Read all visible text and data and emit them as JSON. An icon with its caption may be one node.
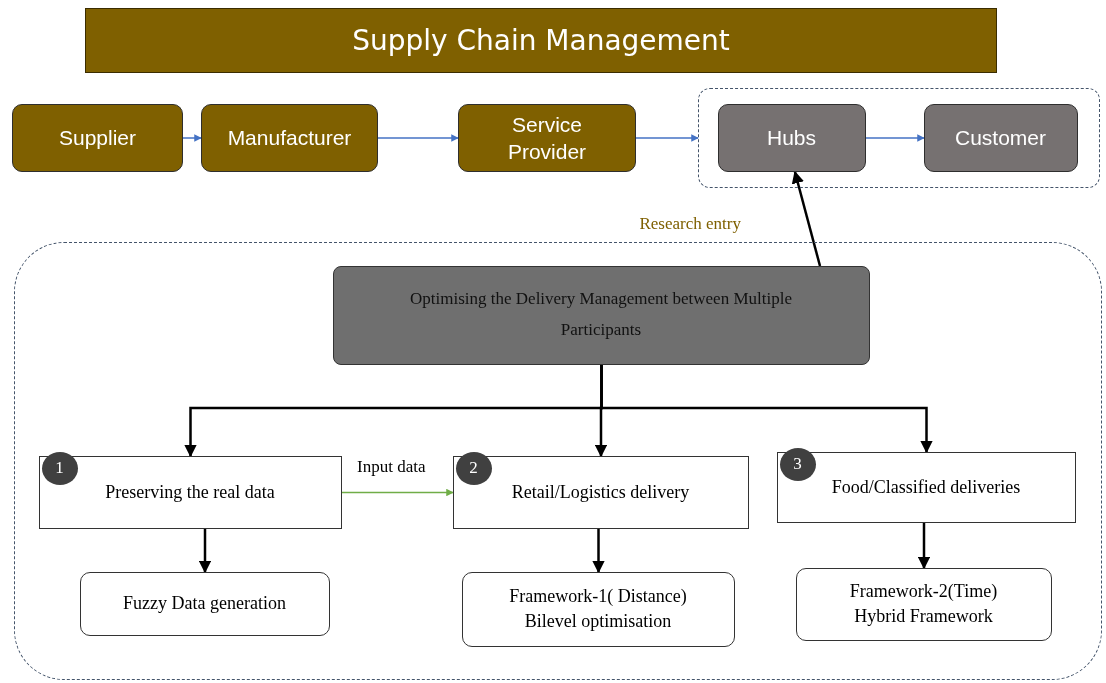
{
  "diagram": {
    "title": "Supply Chain Management",
    "nodes": [
      {
        "text": [
          "Supplier"
        ]
      },
      {
        "text": [
          "Manufacturer"
        ]
      },
      {
        "text": [
          "Service Provider"
        ]
      },
      {
        "text": [],
        "shape": "box"
      },
      {
        "text": [
          "Hubs"
        ],
        "in": 3
      },
      {
        "text": [
          "Customer"
        ],
        "in": 3
      },
      {
        "text": [],
        "shape": "box"
      },
      {
        "text": [
          "Optimising the Delivery Management between Multiple Participants"
        ],
        "in": 6
      },
      {
        "text": [
          "1",
          "Preserving the real data"
        ],
        "in": 6
      },
      {
        "text": [
          "2",
          "Retail/Logistics delivery"
        ],
        "in": 6
      },
      {
        "text": [
          "3",
          "Food/Classified deliveries"
        ],
        "in": 6
      },
      {
        "text": [
          "Fuzzy Data generation"
        ],
        "in": 6
      },
      {
        "text": [
          "Framework-1( Distance)",
          "Bilevel optimisation"
        ],
        "in": 6
      },
      {
        "text": [
          "Framework-2(Time)",
          "Hybrid Framework"
        ],
        "in": 6
      }
    ],
    "edges": [
      {
        "from": 0,
        "to": 1,
        "arrow": "to",
        "color": "#4472c4"
      },
      {
        "from": 1,
        "to": 2,
        "arrow": "to",
        "color": "#4472c4"
      },
      {
        "from": 2,
        "to": 3,
        "arrow": "to",
        "color": "#4472c4"
      },
      {
        "from": 4,
        "to": 5,
        "arrow": "to",
        "color": "#4472c4"
      },
      {
        "from": 7,
        "to": 4,
        "arrow": "to",
        "label": "Research entry"
      },
      {
        "from": 7,
        "to": 8,
        "arrow": "to"
      },
      {
        "from": 7,
        "to": 9,
        "arrow": "to"
      },
      {
        "from": 7,
        "to": 10,
        "arrow": "to"
      },
      {
        "from": 8,
        "to": 9,
        "arrow": "to",
        "label": "Input data",
        "color": "#70ad47"
      },
      {
        "from": 8,
        "to": 11,
        "arrow": "to"
      },
      {
        "from": 9,
        "to": 12,
        "arrow": "to"
      },
      {
        "from": 10,
        "to": 13,
        "arrow": "to"
      }
    ]
  }
}
